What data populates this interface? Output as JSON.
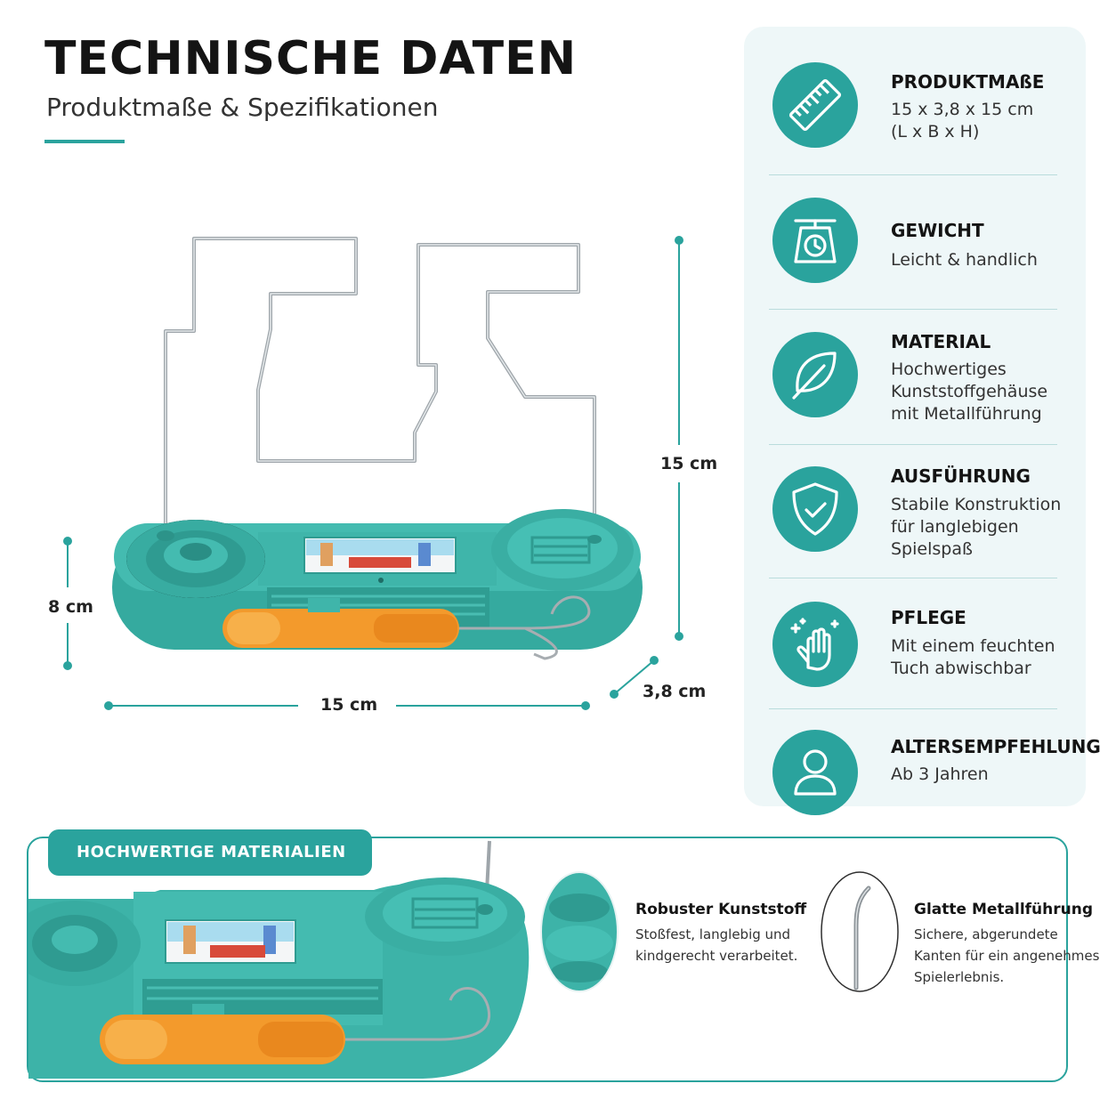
{
  "header": {
    "title": "TECHNISCHE DATEN",
    "subtitle": "Produktmaße & Spezifikationen"
  },
  "dimensions": {
    "height": "15 cm",
    "base_height": "8 cm",
    "width": "15 cm",
    "depth": "3,8 cm"
  },
  "specs": [
    {
      "icon": "ruler-icon",
      "title": "PRODUKTMAßE",
      "lines": [
        "15 x 3,8 x 15 cm",
        "(L x B x H)"
      ]
    },
    {
      "icon": "scale-icon",
      "title": "GEWICHT",
      "lines": [
        "Leicht & handlich"
      ]
    },
    {
      "icon": "leaf-icon",
      "title": "MATERIAL",
      "lines": [
        "Hochwertiges",
        "Kunststoffgehäuse",
        "mit Metallführung"
      ]
    },
    {
      "icon": "shield-check-icon",
      "title": "AUSFÜHRUNG",
      "lines": [
        "Stabile Konstruktion",
        "für langlebigen",
        "Spielspaß"
      ]
    },
    {
      "icon": "cleaning-hand-icon",
      "title": "PFLEGE",
      "lines": [
        "Mit einem feuchten",
        "Tuch abwischbar"
      ]
    },
    {
      "icon": "person-icon",
      "title": "ALTERSEMPFEHLUNG",
      "lines": [
        "Ab 3 Jahren"
      ]
    }
  ],
  "materials": {
    "badge": "HOCHWERTIGE MATERIALIEN",
    "items": [
      {
        "title": "Robuster Kunststoff",
        "lines": [
          "Stoßfest, langlebig und",
          "kindgerecht verarbeitet."
        ]
      },
      {
        "title": "Glatte Metallführung",
        "lines": [
          "Sichere, abgerundete",
          "Kanten für ein angenehmes",
          "Spielerlebnis."
        ]
      }
    ]
  },
  "colors": {
    "accent": "#2aa39d",
    "toy_body": "#3db3a8",
    "handle": "#f39a2c",
    "panel_bg": "#eef7f8"
  }
}
